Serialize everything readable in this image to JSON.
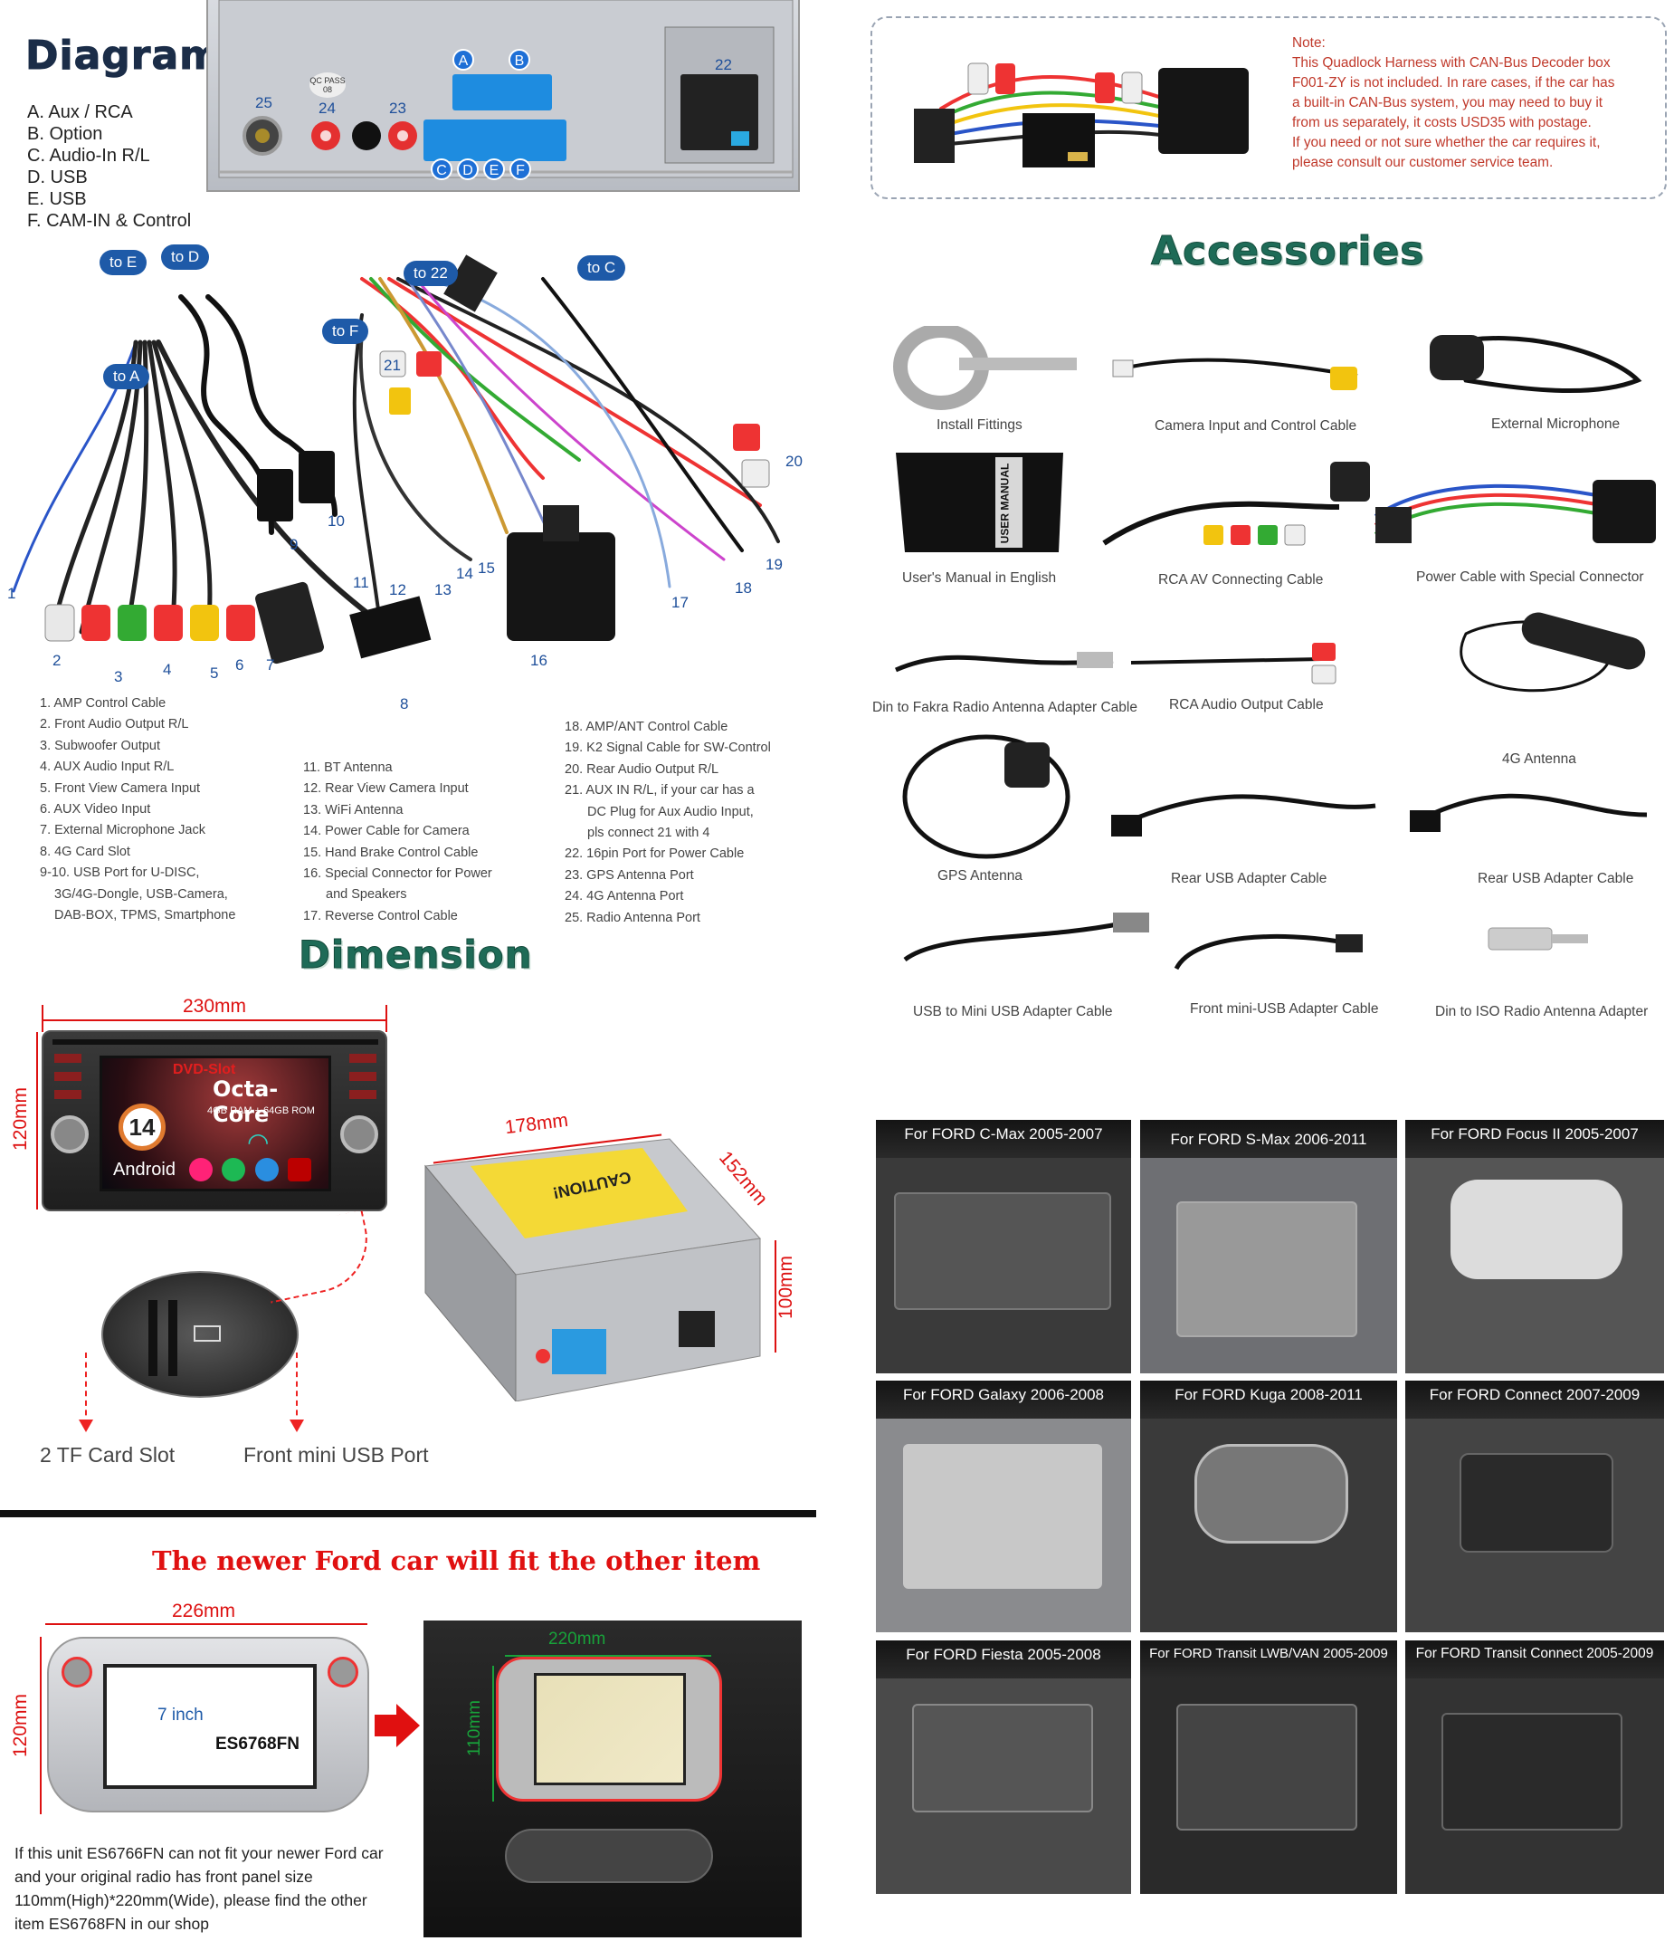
{
  "diagram": {
    "title": "Diagram",
    "legend": [
      "A. Aux / RCA",
      "B. Option",
      "C. Audio-In R/L",
      "D. USB",
      "E. USB",
      "F. CAM-IN & Control"
    ],
    "back_panel": {
      "letters_top": [
        "A",
        "B"
      ],
      "letters_bottom": [
        "C",
        "D",
        "E",
        "F"
      ],
      "numbers": [
        "25",
        "24",
        "23",
        "22"
      ],
      "qc_text": "QC PASS 08"
    },
    "bubbles": [
      "to E",
      "to D",
      "to A",
      "to F",
      "to 22",
      "to C"
    ],
    "cable_numbers": [
      "1",
      "2",
      "3",
      "4",
      "5",
      "6",
      "7",
      "8",
      "9",
      "10",
      "11",
      "12",
      "13",
      "14",
      "15",
      "16",
      "17",
      "18",
      "19",
      "20",
      "21"
    ],
    "list_col1": [
      "1. AMP Control Cable",
      "2. Front Audio Output R/L",
      "3. Subwoofer Output",
      "4. AUX Audio Input R/L",
      "5. Front View Camera Input",
      "6. AUX Video Input",
      "7. External Microphone Jack",
      "8. 4G Card Slot",
      "9-10. USB Port for U-DISC,",
      "3G/4G-Dongle, USB-Camera,",
      "DAB-BOX, TPMS, Smartphone"
    ],
    "list_col2": [
      "11. BT Antenna",
      "12. Rear View Camera Input",
      "13. WiFi Antenna",
      "14. Power Cable for Camera",
      "15. Hand Brake Control Cable",
      "16. Special Connector for Power",
      "and Speakers",
      "17. Reverse Control Cable"
    ],
    "list_col3": [
      "18. AMP/ANT Control Cable",
      "19. K2 Signal Cable for SW-Control",
      "20. Rear Audio Output R/L",
      "21. AUX IN R/L, if your car has a",
      "DC Plug for Aux Audio Input,",
      "pls connect 21 with 4",
      "22. 16pin Port for Power Cable",
      "23. GPS Antenna Port",
      "24. 4G Antenna Port",
      "25. Radio Antenna Port"
    ]
  },
  "note": {
    "lines": [
      "Note:",
      "This Quadlock Harness with CAN-Bus Decoder box",
      "F001-ZY is not included. In rare cases, if the car has",
      "a built-in CAN-Bus system, you may need to buy it",
      "from us separately, it costs USD35 with postage.",
      "If you need or not sure whether the car requires it,",
      "please consult our customer service team."
    ]
  },
  "accessories": {
    "title": "Accessories",
    "items": [
      "Install Fittings",
      "Camera Input and Control Cable",
      "External Microphone",
      "User's Manual in English",
      "RCA AV Connecting Cable",
      "Power Cable with Special Connector",
      "Din to Fakra Radio Antenna Adapter Cable",
      "RCA Audio Output Cable",
      "4G Antenna",
      "GPS Antenna",
      "Rear USB Adapter Cable",
      "Rear USB Adapter Cable",
      "USB to Mini USB Adapter Cable",
      "Front mini-USB Adapter Cable",
      "Din to ISO Radio Antenna Adapter"
    ],
    "manual_spine": "USER MANUAL"
  },
  "dimension": {
    "title": "Dimension",
    "width": "230mm",
    "height": "120mm",
    "depth_top": "178mm",
    "depth_side": "152mm",
    "depth_height": "100mm",
    "caution": "CAUTION!",
    "screen": {
      "dvd_slot": "DVD-Slot",
      "octa": "Octa-Core",
      "ram": "4GB RAM + 64GB ROM",
      "version": "14",
      "os": "Android"
    },
    "captions": [
      "2 TF Card Slot",
      "Front mini USB Port"
    ]
  },
  "newer_ford": {
    "title": "The newer Ford car will fit the other item",
    "width": "226mm",
    "height": "120mm",
    "screen_size": "7 inch",
    "model": "ES6768FN",
    "dash_width": "220mm",
    "dash_height": "110mm",
    "paragraph": [
      "If this unit ES6766FN can not fit your newer Ford car",
      "and your original radio has front panel size",
      "110mm(High)*220mm(Wide), please find the other",
      "item ES6768FN in our shop"
    ]
  },
  "cars": [
    "For FORD C-Max 2005-2007",
    "For FORD S-Max 2006-2011",
    "For FORD Focus II 2005-2007",
    "For FORD Galaxy 2006-2008",
    "For FORD Kuga 2008-2011",
    "For FORD Connect 2007-2009",
    "For FORD Fiesta 2005-2008",
    "For FORD Transit LWB/VAN 2005-2009",
    "For FORD Transit Connect 2005-2009"
  ],
  "colors": {
    "accent_blue": "#1e5aa8",
    "note_red": "#c0392b",
    "title_red": "#e01010",
    "accessories_green": "#1e6b57",
    "diagram_dark": "#1b2d48"
  }
}
